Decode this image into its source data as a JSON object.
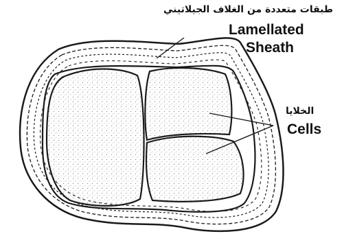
{
  "labels": {
    "sheath_ar": "طبقات متعددة من الغلاف الجيلاتيني",
    "sheath_en_line1": "Lamellated",
    "sheath_en_line2": "Sheath",
    "cells_ar": "الخلايا",
    "cells_en": "Cells"
  },
  "colors": {
    "ink": "#1a1a1a",
    "stipple": "#8a8a8a",
    "background": "#ffffff"
  },
  "structure": {
    "cell_count": 3
  }
}
